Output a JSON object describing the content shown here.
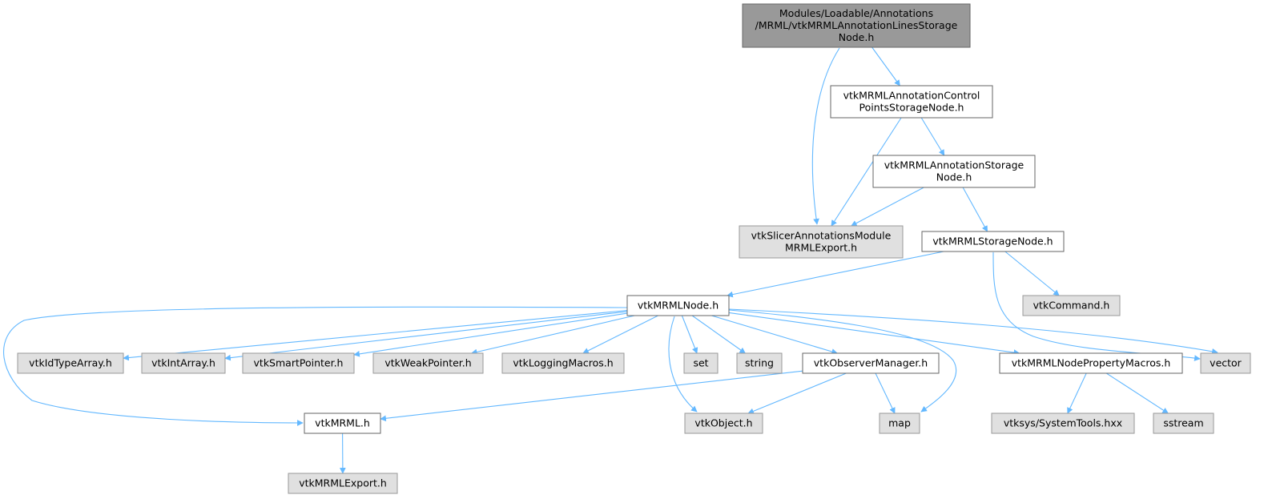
{
  "graph": {
    "colors": {
      "edge": "#63b8ff",
      "root_fill": "#999999",
      "documented_fill": "#ffffff",
      "external_fill": "#e0e0e0",
      "border": "#666666"
    },
    "nodes": {
      "root": {
        "lines": [
          "Modules/Loadable/Annotations",
          "/MRML/vtkMRMLAnnotationLinesStorage",
          "Node.h"
        ],
        "kind": "root"
      },
      "ctrl": {
        "lines": [
          "vtkMRMLAnnotationControl",
          "PointsStorageNode.h"
        ],
        "kind": "doc"
      },
      "annst": {
        "lines": [
          "vtkMRMLAnnotationStorage",
          "Node.h"
        ],
        "kind": "doc"
      },
      "export": {
        "lines": [
          "vtkSlicerAnnotationsModule",
          "MRMLExport.h"
        ],
        "kind": "ext"
      },
      "storage": {
        "lines": [
          "vtkMRMLStorageNode.h"
        ],
        "kind": "doc"
      },
      "command": {
        "lines": [
          "vtkCommand.h"
        ],
        "kind": "ext"
      },
      "node": {
        "lines": [
          "vtkMRMLNode.h"
        ],
        "kind": "doc"
      },
      "idtype": {
        "lines": [
          "vtkIdTypeArray.h"
        ],
        "kind": "ext"
      },
      "intarr": {
        "lines": [
          "vtkIntArray.h"
        ],
        "kind": "ext"
      },
      "smart": {
        "lines": [
          "vtkSmartPointer.h"
        ],
        "kind": "ext"
      },
      "weak": {
        "lines": [
          "vtkWeakPointer.h"
        ],
        "kind": "ext"
      },
      "logging": {
        "lines": [
          "vtkLoggingMacros.h"
        ],
        "kind": "ext"
      },
      "set": {
        "lines": [
          "set"
        ],
        "kind": "ext"
      },
      "string": {
        "lines": [
          "string"
        ],
        "kind": "ext"
      },
      "observer": {
        "lines": [
          "vtkObserverManager.h"
        ],
        "kind": "doc"
      },
      "propmac": {
        "lines": [
          "vtkMRMLNodePropertyMacros.h"
        ],
        "kind": "doc"
      },
      "vector": {
        "lines": [
          "vector"
        ],
        "kind": "ext"
      },
      "mrml": {
        "lines": [
          "vtkMRML.h"
        ],
        "kind": "doc"
      },
      "object": {
        "lines": [
          "vtkObject.h"
        ],
        "kind": "ext"
      },
      "map": {
        "lines": [
          "map"
        ],
        "kind": "ext"
      },
      "systools": {
        "lines": [
          "vtksys/SystemTools.hxx"
        ],
        "kind": "ext"
      },
      "sstream": {
        "lines": [
          "sstream"
        ],
        "kind": "ext"
      },
      "mrmlexp": {
        "lines": [
          "vtkMRMLExport.h"
        ],
        "kind": "ext"
      }
    },
    "edges": [
      [
        "root",
        "export"
      ],
      [
        "root",
        "ctrl"
      ],
      [
        "ctrl",
        "export"
      ],
      [
        "ctrl",
        "annst"
      ],
      [
        "annst",
        "export"
      ],
      [
        "annst",
        "storage"
      ],
      [
        "storage",
        "node"
      ],
      [
        "storage",
        "command"
      ],
      [
        "storage",
        "vector"
      ],
      [
        "node",
        "idtype"
      ],
      [
        "node",
        "intarr"
      ],
      [
        "node",
        "smart"
      ],
      [
        "node",
        "weak"
      ],
      [
        "node",
        "logging"
      ],
      [
        "node",
        "set"
      ],
      [
        "node",
        "string"
      ],
      [
        "node",
        "observer"
      ],
      [
        "node",
        "propmac"
      ],
      [
        "node",
        "vector"
      ],
      [
        "node",
        "mrml"
      ],
      [
        "node",
        "object"
      ],
      [
        "node",
        "map"
      ],
      [
        "observer",
        "mrml"
      ],
      [
        "observer",
        "object"
      ],
      [
        "observer",
        "map"
      ],
      [
        "propmac",
        "systools"
      ],
      [
        "propmac",
        "sstream"
      ],
      [
        "mrml",
        "mrmlexp"
      ]
    ]
  }
}
